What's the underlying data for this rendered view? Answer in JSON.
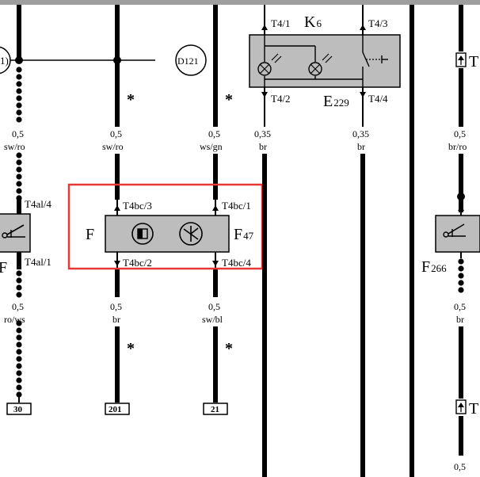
{
  "labels": {
    "d_left": "1)",
    "d121": "D121",
    "asterisk": "*",
    "wires": {
      "a_top_gauge": "0,5",
      "a_top_color": "sw/ro",
      "a_bot_gauge": "0,5",
      "a_bot_color": "ro/ws",
      "b_top_gauge": "0,5",
      "b_top_color": "sw/ro",
      "b_bot_gauge": "0,5",
      "b_bot_color": "br",
      "c_top_gauge": "0,5",
      "c_top_color": "ws/gn",
      "c_bot_gauge": "0,5",
      "c_bot_color": "sw/bl",
      "d_gauge": "0,35",
      "d_color": "br",
      "e_gauge": "0,35",
      "e_color": "br",
      "f_top_gauge": "0,5",
      "f_top_color": "br/ro",
      "f_bot_gauge": "0,5",
      "f_bot_color": "br",
      "f_bottom_gauge": "0,5"
    },
    "k6": {
      "name": "K",
      "sub": "6",
      "pin_t41": "T4/1",
      "pin_t43": "T4/3",
      "pin_t42": "T4/2",
      "pin_t44": "T4/4"
    },
    "e229": {
      "name": "E",
      "sub": "229"
    },
    "left_switch": {
      "pin_top": "T4al/4",
      "pin_bot": "T4al/1",
      "name": "F"
    },
    "f47": {
      "name": "F",
      "sub": "47",
      "left_name": "F",
      "pin_tl": "T4bc/3",
      "pin_tr": "T4bc/1",
      "pin_bl": "T4bc/2",
      "pin_br": "T4bc/4"
    },
    "f266": {
      "name": "F",
      "sub": "266"
    },
    "right_conn": "T",
    "bottom_boxes": [
      "30",
      "201",
      "21"
    ]
  },
  "colors": {
    "line": "#000000",
    "component_fill": "#bdbdbd",
    "highlight": "#e53935",
    "top_bar": "#9e9e9e"
  }
}
